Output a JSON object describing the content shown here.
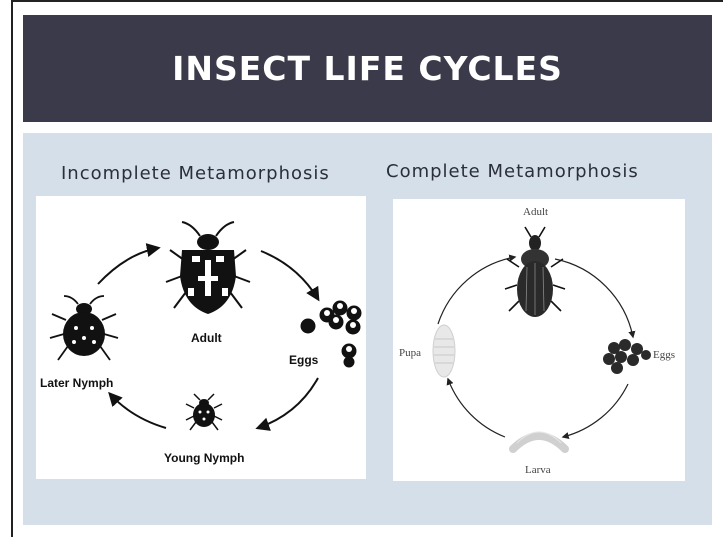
{
  "slide": {
    "title": "INSECT LIFE CYCLES"
  },
  "incomplete": {
    "heading": "Incomplete Metamorphosis",
    "stages": {
      "adult": "Adult",
      "eggs": "Eggs",
      "young_nymph": "Young Nymph",
      "later_nymph": "Later Nymph"
    }
  },
  "complete": {
    "heading": "Complete Metamorphosis",
    "stages": {
      "adult": "Adult",
      "eggs": "Eggs",
      "larva": "Larva",
      "pupa": "Pupa"
    }
  },
  "colors": {
    "title_bg": "#3a3a4a",
    "content_bg": "#d5dfe9",
    "heading_text": "#2a2f3a"
  }
}
